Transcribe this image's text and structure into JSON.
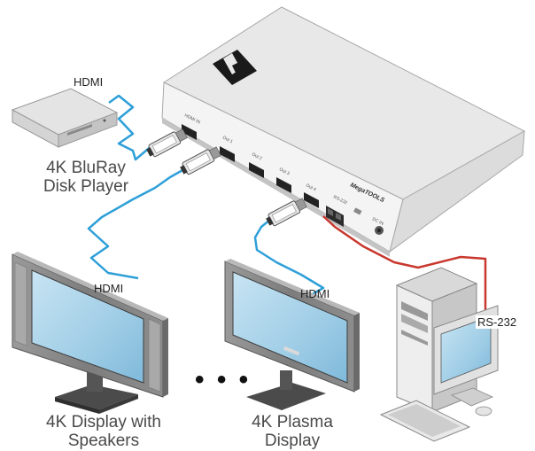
{
  "labels": {
    "hdmi_source": "HDMI",
    "hdmi_display1": "HDMI",
    "hdmi_display2": "HDMI",
    "rs232": "RS-232",
    "source_line1": "4K BluRay",
    "source_line2": "Disk Player",
    "display1_line1": "4K Display with",
    "display1_line2": "Speakers",
    "display2_line1": "4K Plasma",
    "display2_line2": "Display",
    "ellipsis": "• • •"
  },
  "device": {
    "brand": "MegaTOOLS",
    "ports": [
      "HDMI IN",
      "Out 1",
      "Out 2",
      "Out 3",
      "Out 4"
    ],
    "rs232_port": "RS-232",
    "dc_port": "DC IN"
  },
  "colors": {
    "hdmi_cable": "#2e9fd8",
    "rs232_cable": "#c8382e",
    "device_top": "#e6e6e6",
    "device_front": "#f3f3f3"
  }
}
